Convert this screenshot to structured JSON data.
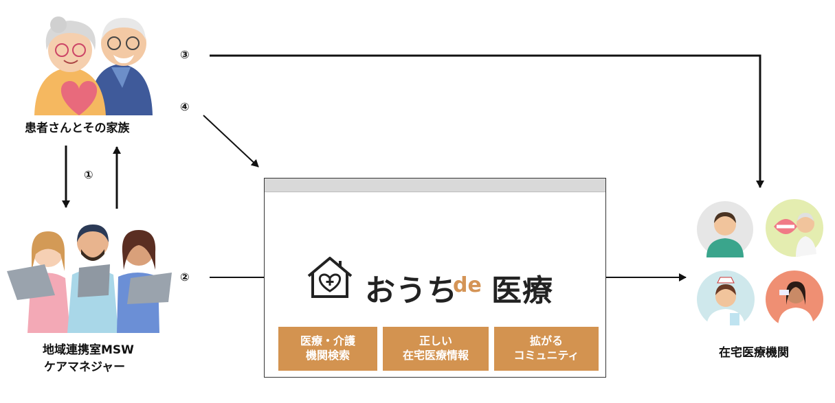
{
  "nodes": {
    "patients": {
      "label": "患者さんとその家族"
    },
    "staff": {
      "label_line1": "地域連携室MSW",
      "label_line2": "ケアマネジャー"
    },
    "institutions": {
      "label": "在宅医療機関"
    }
  },
  "steps": {
    "one": "①",
    "two": "②",
    "three": "③",
    "four": "④"
  },
  "site": {
    "logo_main": "おうち",
    "logo_de": "de",
    "logo_kanji": "医療",
    "menu": [
      {
        "line1": "医療・介護",
        "line2": "機関検索"
      },
      {
        "line1": "正しい",
        "line2": "在宅医療情報"
      },
      {
        "line1": "拡がる",
        "line2": "コミュニティ"
      }
    ]
  },
  "colors": {
    "accent": "#d39350",
    "browser_bar": "#d9d9d9",
    "arrow": "#111111"
  },
  "icons": [
    "elderly-couple-icon",
    "care-staff-icon",
    "house-heart-icon",
    "doctor-icon",
    "dentist-icon",
    "nurse-icon",
    "pharmacist-icon"
  ]
}
